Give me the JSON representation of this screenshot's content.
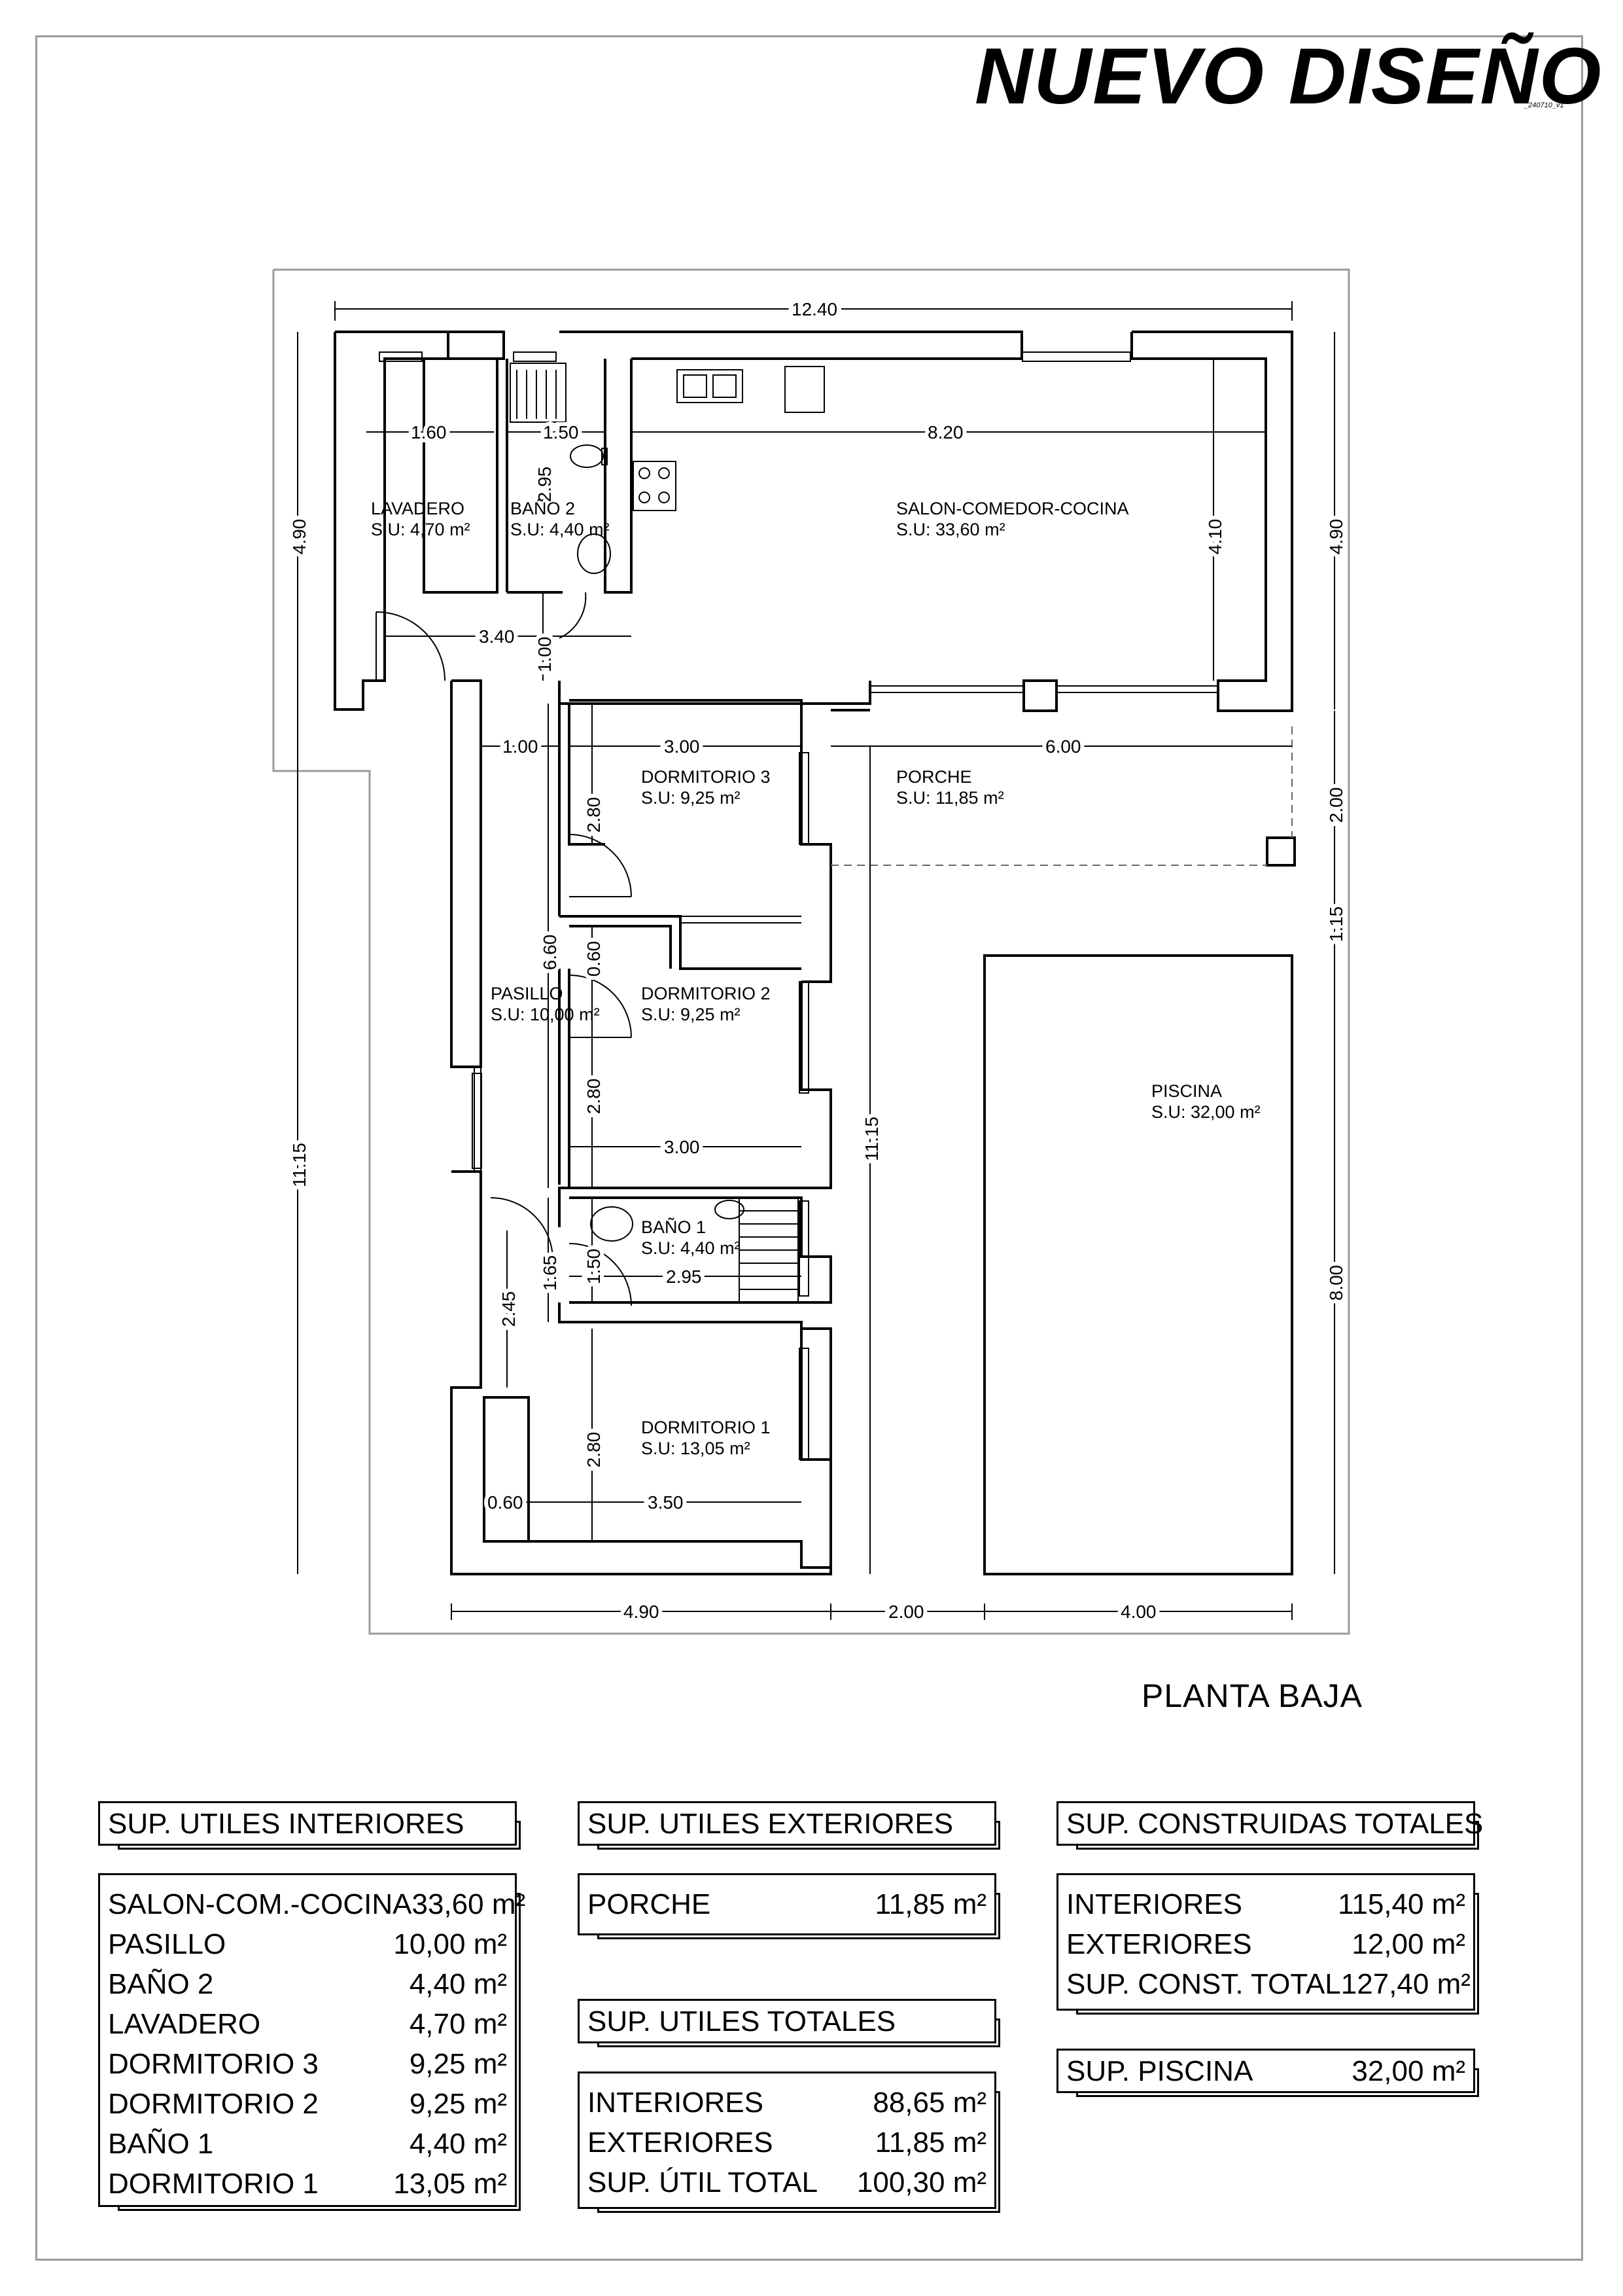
{
  "header": {
    "title": "NUEVO DISEÑO",
    "version": "_240710_v1"
  },
  "plan": {
    "title": "PLANTA BAJA",
    "rooms": {
      "lavadero": {
        "name": "LAVADERO",
        "area": "S.U: 4,70 m²"
      },
      "bano2": {
        "name": "BAÑO 2",
        "area": "S.U: 4,40 m²"
      },
      "salon": {
        "name": "SALON-COMEDOR-COCINA",
        "area": "S.U: 33,60 m²"
      },
      "dormitorio3": {
        "name": "DORMITORIO 3",
        "area": "S.U: 9,25 m²"
      },
      "porche": {
        "name": "PORCHE",
        "area": "S.U: 11,85 m²"
      },
      "pasillo": {
        "name": "PASILLO",
        "area": "S.U: 10,00 m²"
      },
      "dormitorio2": {
        "name": "DORMITORIO 2",
        "area": "S.U: 9,25 m²"
      },
      "piscina": {
        "name": "PISCINA",
        "area": "S.U: 32,00 m²"
      },
      "bano1": {
        "name": "BAÑO 1",
        "area": "S.U: 4,40 m²"
      },
      "dormitorio1": {
        "name": "DORMITORIO 1",
        "area": "S.U: 13,05 m²"
      }
    },
    "dims": {
      "total_width": "12.40",
      "lavadero_w": "1.60",
      "bano2_w": "1.50",
      "salon_w": "8.20",
      "bano2_h": "2.95",
      "salon_h": "4.10",
      "left_top_h": "4.90",
      "right_top_h": "4.90",
      "hall_w": "3.40",
      "hall_h": "1.00",
      "pasillo_w": "1.00",
      "dorm3_w": "3.00",
      "porche_w": "6.00",
      "porche_h": "2.00",
      "dorm3_h": "2.80",
      "pasillo_h": "6.60",
      "closet_h": "0.60",
      "gap_h": "1.15",
      "dorm2_h": "2.80",
      "dorm2_w": "3.00",
      "mid_h": "11.15",
      "left_h": "11.15",
      "bano1_h": "1.50",
      "bano1_w": "2.95",
      "pasillo2_h": "1.65",
      "entry_h": "2.45",
      "piscina_h": "8.00",
      "dorm1_h": "2.80",
      "closet_w": "0.60",
      "dorm1_w": "3.50",
      "bottom_a": "4.90",
      "bottom_b": "2.00",
      "bottom_c": "4.00"
    }
  },
  "tables": {
    "interiores": {
      "title": "SUP. UTILES INTERIORES",
      "rows": [
        {
          "label": "SALON-COM.-COCINA",
          "value": "33,60 m²"
        },
        {
          "label": "PASILLO",
          "value": "10,00 m²"
        },
        {
          "label": "BAÑO 2",
          "value": "4,40 m²"
        },
        {
          "label": "LAVADERO",
          "value": "4,70 m²"
        },
        {
          "label": "DORMITORIO 3",
          "value": "9,25 m²"
        },
        {
          "label": "DORMITORIO 2",
          "value": "9,25 m²"
        },
        {
          "label": "BAÑO 1",
          "value": "4,40 m²"
        },
        {
          "label": "DORMITORIO 1",
          "value": "13,05 m²"
        }
      ]
    },
    "exteriores": {
      "title": "SUP. UTILES EXTERIORES",
      "rows": [
        {
          "label": "PORCHE",
          "value": "11,85 m²"
        }
      ]
    },
    "totales": {
      "title": "SUP. UTILES TOTALES",
      "rows": [
        {
          "label": "INTERIORES",
          "value": "88,65 m²"
        },
        {
          "label": "EXTERIORES",
          "value": "11,85 m²"
        },
        {
          "label": "SUP. ÚTIL TOTAL",
          "value": "100,30 m²"
        }
      ]
    },
    "construidas": {
      "title": "SUP. CONSTRUIDAS TOTALES",
      "rows": [
        {
          "label": "INTERIORES",
          "value": "115,40 m²"
        },
        {
          "label": "EXTERIORES",
          "value": "12,00 m²"
        },
        {
          "label": "SUP. CONST. TOTAL",
          "value": "127,40 m²"
        }
      ]
    },
    "piscina": {
      "label": "SUP. PISCINA",
      "value": "32,00 m²"
    }
  },
  "colors": {
    "wall": "#000000",
    "frame": "#9a9a9a",
    "dashed": "#666666"
  }
}
